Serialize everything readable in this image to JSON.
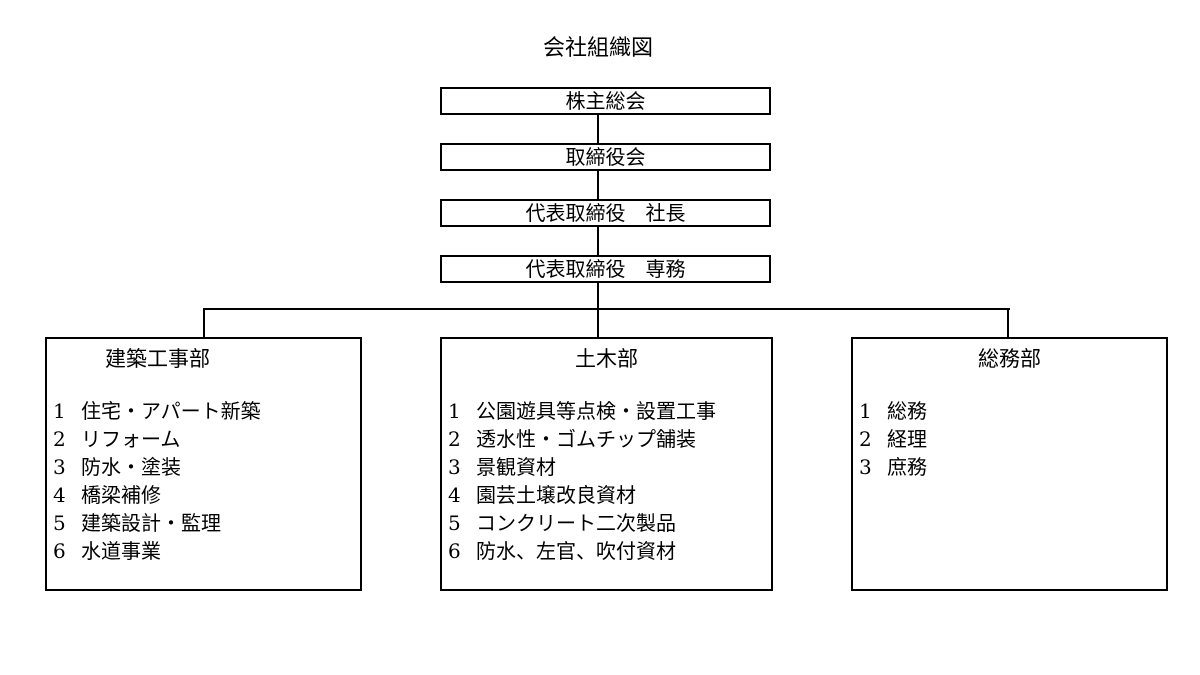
{
  "title": "会社組織図",
  "executives": [
    "株主総会",
    "取締役会",
    "代表取締役　社長",
    "代表取締役　専務"
  ],
  "departments": [
    {
      "name": "建築工事部",
      "items": [
        {
          "num": "1",
          "label": "住宅・アパート新築"
        },
        {
          "num": "2",
          "label": "リフォーム"
        },
        {
          "num": "3",
          "label": "防水・塗装"
        },
        {
          "num": "4",
          "label": "橋梁補修"
        },
        {
          "num": "5",
          "label": "建築設計・監理"
        },
        {
          "num": "6",
          "label": "水道事業"
        }
      ]
    },
    {
      "name": "土木部",
      "items": [
        {
          "num": "1",
          "label": "公園遊具等点検・設置工事"
        },
        {
          "num": "2",
          "label": "透水性・ゴムチップ舗装"
        },
        {
          "num": "3",
          "label": "景観資材"
        },
        {
          "num": "4",
          "label": "園芸土壌改良資材"
        },
        {
          "num": "5",
          "label": "コンクリート二次製品"
        },
        {
          "num": "6",
          "label": "防水、左官、吹付資材"
        }
      ]
    },
    {
      "name": "総務部",
      "items": [
        {
          "num": "1",
          "label": "総務"
        },
        {
          "num": "2",
          "label": "経理"
        },
        {
          "num": "3",
          "label": "庶務"
        }
      ]
    }
  ]
}
